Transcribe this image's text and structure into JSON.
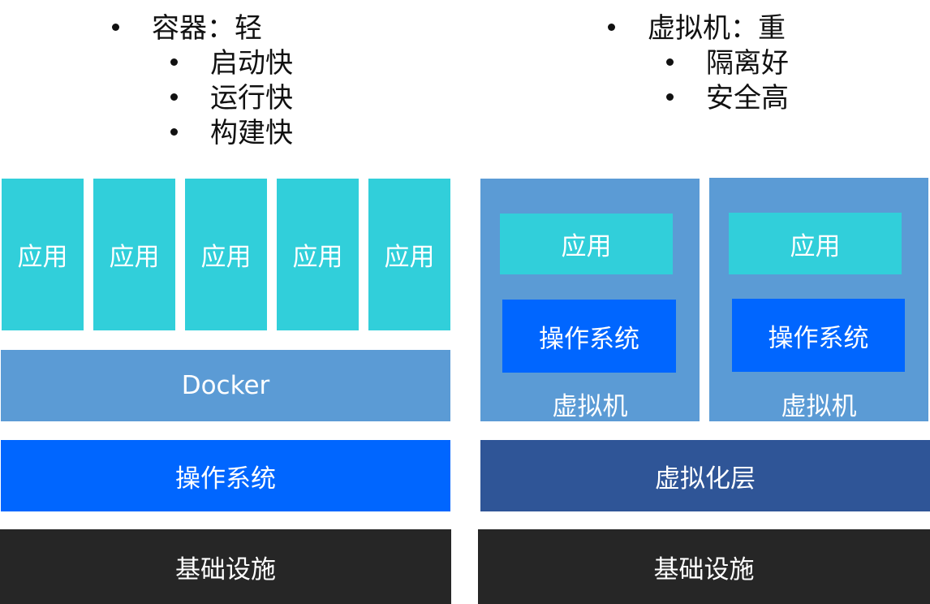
{
  "container_notes": {
    "heading": "容器：轻",
    "items": [
      "启动快",
      "运行快",
      "构建快"
    ]
  },
  "vm_notes": {
    "heading": "虚拟机：重",
    "items": [
      "隔离好",
      "安全高"
    ]
  },
  "container_stack": {
    "apps": [
      "应用",
      "应用",
      "应用",
      "应用",
      "应用"
    ],
    "engine": "Docker",
    "os": "操作系统",
    "infrastructure": "基础设施"
  },
  "vm_stack": {
    "vms": [
      {
        "app": "应用",
        "os": "操作系统",
        "label": "虚拟机"
      },
      {
        "app": "应用",
        "os": "操作系统",
        "label": "虚拟机"
      }
    ],
    "hypervisor": "虚拟化层",
    "infrastructure": "基础设施"
  },
  "colors": {
    "app": "#31CFDA",
    "docker": "#5B9BD5",
    "os": "#0066FF",
    "hypervisor": "#2F5597",
    "infrastructure": "#262626"
  }
}
